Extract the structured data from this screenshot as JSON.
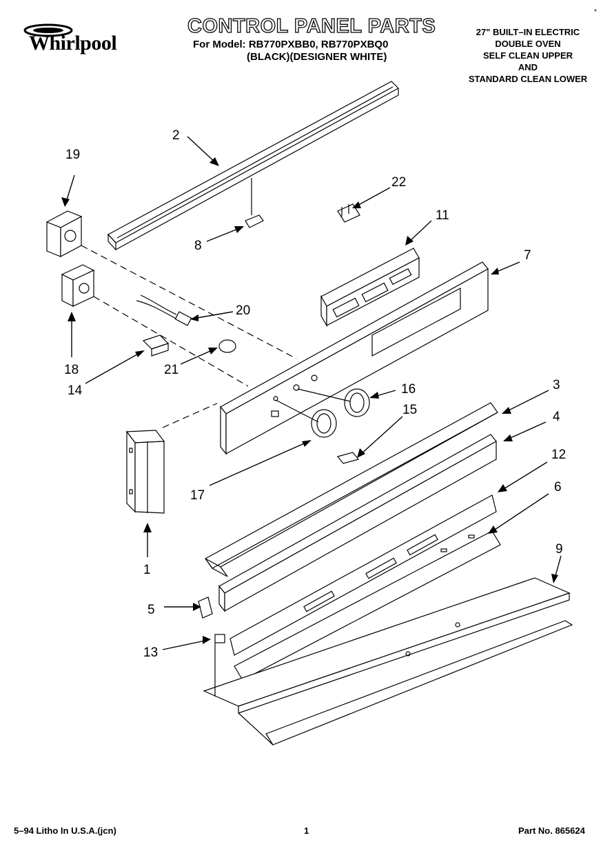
{
  "header": {
    "brand": "Whirlpool",
    "title": "CONTROL PANEL PARTS",
    "model_line1": "For Model: RB770PXBB0, RB770PXBQ0",
    "model_line2": "(BLACK)(DESIGNER WHITE)",
    "desc_lines": [
      "27\" BUILT–IN ELECTRIC",
      "DOUBLE OVEN",
      "SELF CLEAN UPPER",
      "AND",
      "STANDARD CLEAN LOWER"
    ]
  },
  "callouts": [
    "2",
    "19",
    "22",
    "11",
    "8",
    "7",
    "20",
    "18",
    "21",
    "14",
    "16",
    "3",
    "15",
    "4",
    "17",
    "12",
    "1",
    "6",
    "9",
    "5",
    "13"
  ],
  "footer": {
    "litho": "5–94 Litho In U.S.A.(jcn)",
    "page": "1",
    "part_no": "Part No. 865624"
  },
  "corner_mark": "*",
  "colors": {
    "ink": "#000000",
    "paper": "#ffffff"
  }
}
